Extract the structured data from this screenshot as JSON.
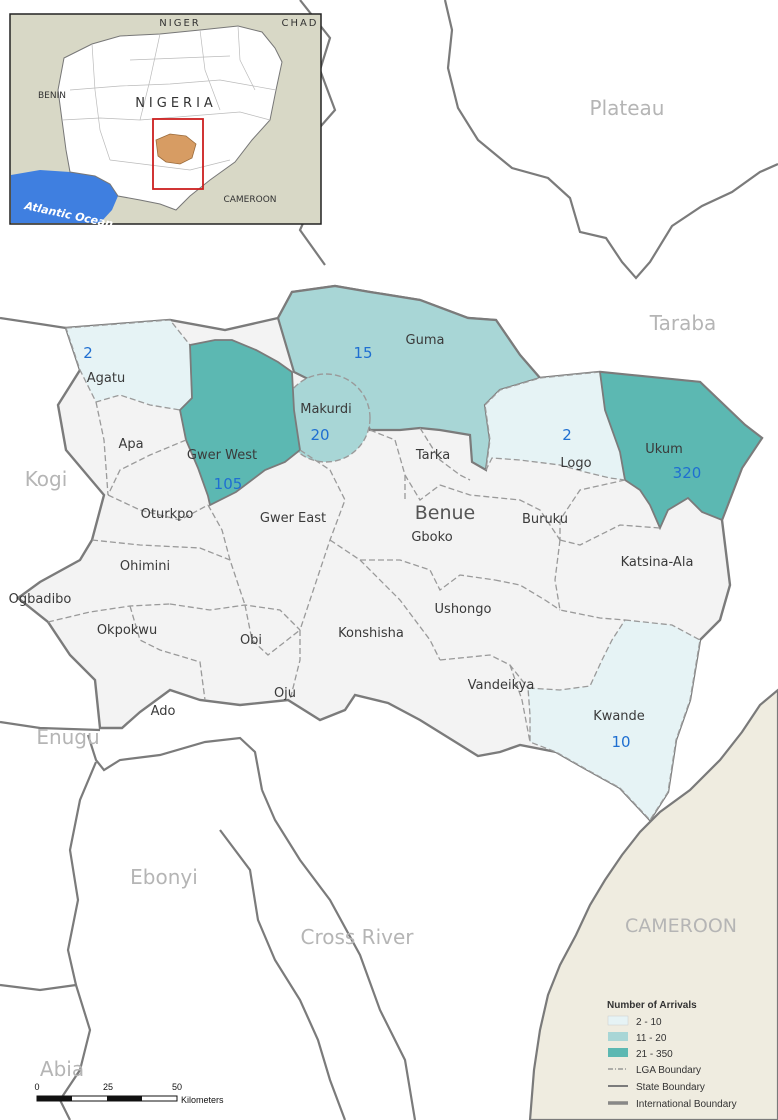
{
  "inset": {
    "country": "NIGERIA",
    "neighbors": {
      "niger": "NIGER",
      "chad": "CHAD",
      "benin": "BENIN",
      "cameroon": "CAMEROON"
    },
    "ocean": "Atlantic Ocean"
  },
  "states": {
    "plateau": "Plateau",
    "taraba": "Taraba",
    "kogi": "Kogi",
    "enugu": "Enugu",
    "ebonyi": "Ebonyi",
    "cross_river": "Cross River",
    "abia": "Abia",
    "cameroon": "CAMEROON",
    "benue": "Benue"
  },
  "lgas": [
    {
      "name": "Agatu",
      "arrivals": "2"
    },
    {
      "name": "Guma",
      "arrivals": "15"
    },
    {
      "name": "Makurdi",
      "arrivals": "20"
    },
    {
      "name": "Gwer West",
      "arrivals": "105"
    },
    {
      "name": "Logo",
      "arrivals": "2"
    },
    {
      "name": "Ukum",
      "arrivals": "320"
    },
    {
      "name": "Kwande",
      "arrivals": "10"
    },
    {
      "name": "Apa"
    },
    {
      "name": "Tarka"
    },
    {
      "name": "Oturkpo"
    },
    {
      "name": "Gwer East"
    },
    {
      "name": "Buruku"
    },
    {
      "name": "Gboko"
    },
    {
      "name": "Katsina-Ala"
    },
    {
      "name": "Ohimini"
    },
    {
      "name": "Ogbadibo"
    },
    {
      "name": "Ushongo"
    },
    {
      "name": "Okpokwu"
    },
    {
      "name": "Obi"
    },
    {
      "name": "Konshisha"
    },
    {
      "name": "Oju"
    },
    {
      "name": "Vandeikya"
    },
    {
      "name": "Ado"
    }
  ],
  "legend": {
    "title": "Number of Arrivals",
    "classes": [
      {
        "label": "2 - 10",
        "color": "#e6f3f5"
      },
      {
        "label": "11 - 20",
        "color": "#a8d6d6"
      },
      {
        "label": "21 - 350",
        "color": "#5cb8b2"
      }
    ],
    "lines": [
      {
        "label": "LGA Boundary"
      },
      {
        "label": "State Boundary"
      },
      {
        "label": "International Boundary"
      }
    ]
  },
  "scale": {
    "ticks": [
      "0",
      "25",
      "50"
    ],
    "unit": "Kilometers"
  },
  "colors": {
    "cameroon_fill": "#efece0",
    "benue_base": "#f3f3f3",
    "highlight_state": "#d79c63",
    "inset_border": "#cc1f1f"
  }
}
